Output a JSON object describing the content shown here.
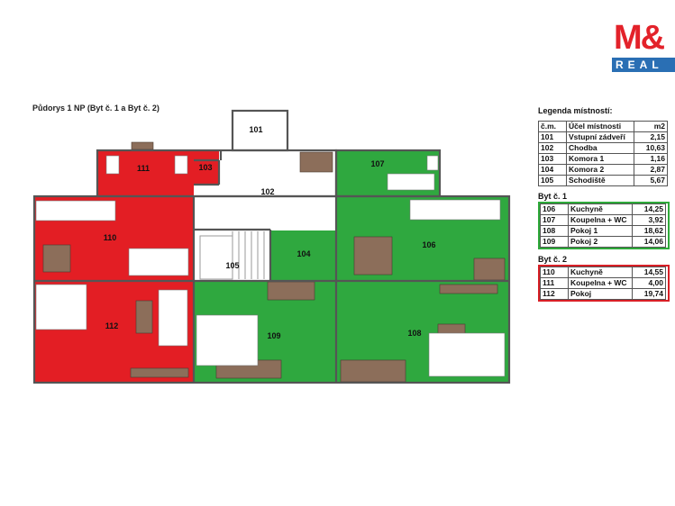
{
  "logo": {
    "mark": "M&",
    "word": "REAL"
  },
  "plan_title": "Půdorys 1 NP (Byt č. 1 a Byt č. 2)",
  "colors": {
    "red": "#e31e24",
    "green": "#2fa83f",
    "white": "#ffffff",
    "wall": "#555555",
    "furniture": "#8c6e5a"
  },
  "rooms": [
    {
      "num": "101",
      "color": "white"
    },
    {
      "num": "102",
      "color": "white"
    },
    {
      "num": "103",
      "color": "red"
    },
    {
      "num": "104",
      "color": "green"
    },
    {
      "num": "105",
      "color": "white"
    },
    {
      "num": "106",
      "color": "green"
    },
    {
      "num": "107",
      "color": "green"
    },
    {
      "num": "108",
      "color": "green"
    },
    {
      "num": "109",
      "color": "green"
    },
    {
      "num": "110",
      "color": "red"
    },
    {
      "num": "111",
      "color": "red"
    },
    {
      "num": "112",
      "color": "red"
    }
  ],
  "legend": {
    "title": "Legenda místností:",
    "headers": [
      "č.m.",
      "Účel místnosti",
      "m2"
    ],
    "common": [
      [
        "101",
        "Vstupní zádveří",
        "2,15"
      ],
      [
        "102",
        "Chodba",
        "10,63"
      ],
      [
        "103",
        "Komora 1",
        "1,16"
      ],
      [
        "104",
        "Komora 2",
        "2,87"
      ],
      [
        "105",
        "Schodiště",
        "5,67"
      ]
    ],
    "byt1_title": "Byt č. 1",
    "byt1": [
      [
        "106",
        "Kuchyně",
        "14,25"
      ],
      [
        "107",
        "Koupelna + WC",
        "3,92"
      ],
      [
        "108",
        "Pokoj 1",
        "18,62"
      ],
      [
        "109",
        "Pokoj 2",
        "14,06"
      ]
    ],
    "byt2_title": "Byt č. 2",
    "byt2": [
      [
        "110",
        "Kuchyně",
        "14,55"
      ],
      [
        "111",
        "Koupelna + WC",
        "4,00"
      ],
      [
        "112",
        "Pokoj",
        "19,74"
      ]
    ]
  }
}
